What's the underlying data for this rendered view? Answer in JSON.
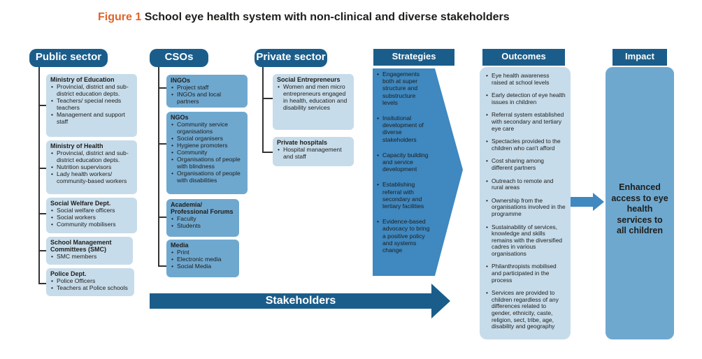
{
  "title": {
    "figure": "Figure 1",
    "text": "School eye health system with non-clinical and diverse stakeholders"
  },
  "public_sector": {
    "label": "Public sector",
    "boxes": [
      {
        "title": "Ministry of Education",
        "items": [
          "Provincial, district and sub-district education depts.",
          "Teachers/ special needs teachers",
          "Management and support staff"
        ]
      },
      {
        "title": "Ministry of Health",
        "items": [
          "Provincial, district and sub-district education depts.",
          "Nutrition supervisors",
          "Lady health workers/ community-based workers"
        ]
      },
      {
        "title": "Social Welfare Dept.",
        "items": [
          "Social welfare officers",
          "Social workers",
          "Community mobilisers"
        ]
      },
      {
        "title": "School Management Committees (SMC)",
        "items": [
          "SMC members"
        ]
      },
      {
        "title": "Police Dept.",
        "items": [
          "Police Officers",
          "Teachers at Police schools"
        ]
      }
    ]
  },
  "csos": {
    "label": "CSOs",
    "boxes": [
      {
        "title": "INGOs",
        "items": [
          "Project staff",
          "INGOs and local partners"
        ]
      },
      {
        "title": "NGOs",
        "items": [
          "Community service organisations",
          "Social organisers",
          "Hygiene promoters",
          "Community",
          "Organisations of people with blindness",
          "Organisations of people with disabilities"
        ]
      },
      {
        "title": "Academia/ Professional Forums",
        "items": [
          "Faculty",
          "Students"
        ]
      },
      {
        "title": "Media",
        "items": [
          "Print",
          "Electronic media",
          "Social Media"
        ]
      }
    ]
  },
  "private_sector": {
    "label": "Private sector",
    "boxes": [
      {
        "title": "Social Entrepreneurs",
        "items": [
          "Women and men micro entrepreneurs engaged in health, education and disability services"
        ]
      },
      {
        "title": "Private hospitals",
        "items": [
          "Hospital management and staff"
        ]
      }
    ]
  },
  "strategies": {
    "label": "Strategies",
    "items": [
      "Engagements both at super structure and substructure levels",
      "Insitutional development of diverse stakeholders",
      "Capacity building and service development",
      "Establishing referral with secondary and tertiary facilities",
      "Evidence-based advocacy to bring a positive policy and systems change"
    ]
  },
  "outcomes": {
    "label": "Outcomes",
    "items": [
      "Eye health awareness raised at school levels",
      "Early detection of eye health issues in children",
      "Referral system established with secondary and tertiary eye care",
      "Spectacles provided to the children who can't afford",
      "Cost sharing among different partners",
      "Outreach to remote and rural areas",
      "Ownership from the organisations involved in the programme",
      "Sustainability of services, knowledge and skills remains with the diversified cadres in various organisations",
      "Philanthropists mobilised and participated in the process",
      "Services are provided to children regardless of any differences related to gender, ethnicity, caste, religion, sect, tribe, age, disability and geography"
    ]
  },
  "impact": {
    "label": "Impact",
    "text": "Enhanced access to eye health services to all children"
  },
  "stakeholders": {
    "label": "Stakeholders"
  },
  "colors": {
    "dark_blue": "#1b5d8a",
    "mid_blue": "#6fa8cf",
    "light_blue": "#c7dcea",
    "orange": "#e0632a",
    "arrow_blue": "#3f88c0"
  }
}
